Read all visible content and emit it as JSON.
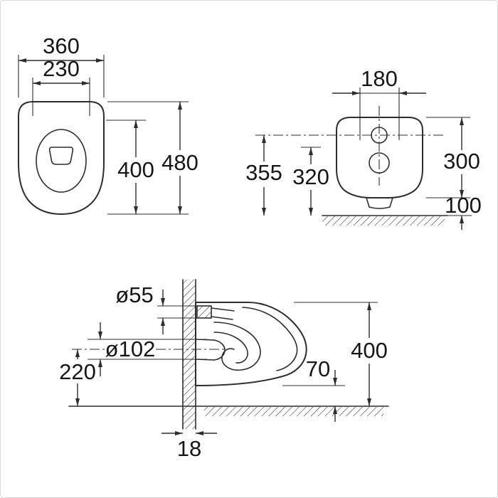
{
  "colors": {
    "background": "#ffffff",
    "line": "#2d2d2d",
    "text": "#161616",
    "border": "#d9d9d9"
  },
  "views": {
    "plan": {
      "dims": {
        "overall_width": "360",
        "hinge_centers": "230",
        "bowl_depth": "400",
        "overall_depth": "480"
      }
    },
    "front": {
      "dims": {
        "fixing_centers": "180",
        "top_height": "355",
        "mid_height": "320",
        "body_height": "300",
        "bottom_clearance": "100"
      }
    },
    "side": {
      "dims": {
        "inlet_diameter": "ø55",
        "outlet_diameter": "ø102",
        "outlet_axis_height": "220",
        "front_clearance": "70",
        "overall_height": "400",
        "wall_offset": "18"
      }
    }
  }
}
